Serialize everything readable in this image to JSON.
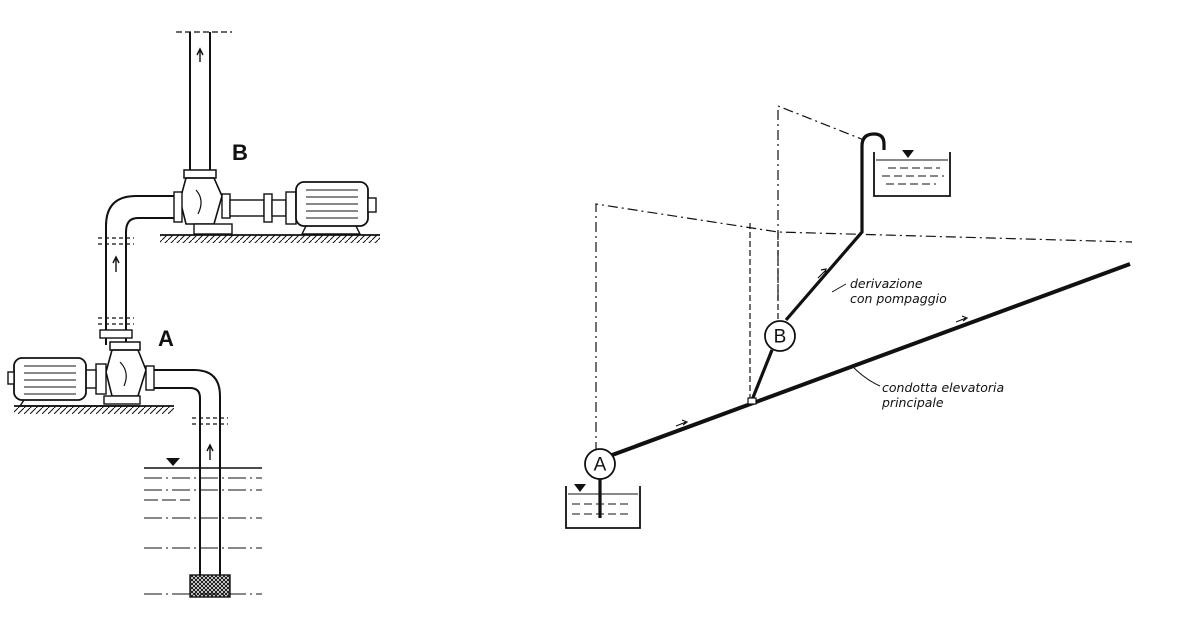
{
  "left_diagram": {
    "label_a": "A",
    "label_b": "B"
  },
  "right_diagram": {
    "node_a": "A",
    "node_b": "B",
    "branch_label_line1": "derivazione",
    "branch_label_line2": "con pompaggio",
    "main_label_line1": "condotta elevatoria",
    "main_label_line2": "principale"
  }
}
